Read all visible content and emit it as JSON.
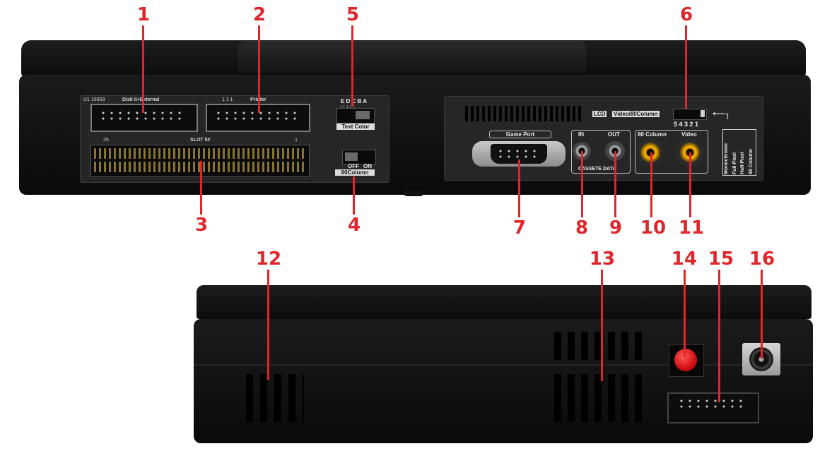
{
  "callouts": [
    "1",
    "2",
    "3",
    "4",
    "5",
    "6",
    "7",
    "8",
    "9",
    "10",
    "11",
    "12",
    "13",
    "14",
    "15",
    "16"
  ],
  "ports": {
    "disk_label": "Disk II+External",
    "disk_code": "U1 10303",
    "printer_label": "Printer",
    "printer_code": "1 1 1",
    "slot_label": "SLOT 5#",
    "slot_left": "25",
    "slot_right": "1",
    "text_color_letters": "E D C B A",
    "text_color_label": "Text Color",
    "col80_off": "OFF",
    "col80_on": "ON",
    "col80_label": "80Column",
    "game_port": "Game Port",
    "in_label": "IN",
    "out_label": "OUT",
    "cassette_label": "CASSETE DATA",
    "col80_video_label": "80 Column",
    "video_label": "Video",
    "lcd_label": "LCD",
    "video80_label": "Video/80Column",
    "mode_numbers": "5 4 3 2 1",
    "modes": [
      "Monochrome",
      "Full-Pixel",
      "Half-Pixel",
      "80 Column"
    ]
  },
  "colors": {
    "callout": "#e0262b",
    "rca": "#e8a400",
    "power_button": "#e5161c"
  }
}
